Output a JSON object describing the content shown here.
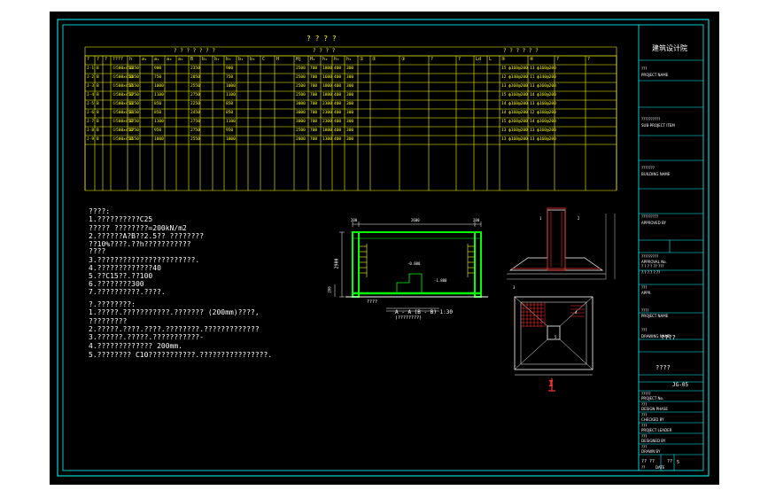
{
  "table": {
    "title": "? ? ? ?",
    "group_headers": [
      "? ? ? ? ? ? ?",
      "? ? ? ?",
      "? ? ? ? ? ?"
    ],
    "col_headers": [
      "?",
      "?",
      "?",
      "????",
      "h",
      "a₁",
      "a₂",
      "a₃",
      "a₄",
      "B",
      "b₁",
      "b₂",
      "b₃",
      "b₄",
      "b₅",
      "C",
      "H",
      "Hj",
      "H₁",
      "h₂",
      "h₃",
      "h₄",
      "①",
      "②",
      "③",
      "?",
      "?",
      "Ld",
      "L",
      "⑤",
      "⑥",
      "?",
      "?"
    ],
    "rows": [
      [
        "J-1",
        "B",
        "①500x450",
        "2350",
        "900",
        "2350",
        "900",
        "2500",
        "700",
        "1800",
        "400",
        "300",
        "15 ф160@200",
        "13 ф160@200"
      ],
      [
        "J-2",
        "B",
        "①500x450",
        "2050",
        "750",
        "2050",
        "750",
        "2500",
        "700",
        "1600",
        "400",
        "300",
        "12 ф140@200",
        "11 ф140@200"
      ],
      [
        "J-3",
        "B",
        "①500x450",
        "2550",
        "1000",
        "2550",
        "1000",
        "2500",
        "700",
        "1800",
        "400",
        "300",
        "13 ф160@200",
        "13 ф160@200"
      ],
      [
        "J-4",
        "B",
        "①500x450",
        "2750",
        "1100",
        "2750",
        "1100",
        "2500",
        "700",
        "1800",
        "400",
        "300",
        "15 ф160@200",
        "14 ф160@200"
      ],
      [
        "J-5",
        "B",
        "①500x450",
        "2250",
        "850",
        "2250",
        "850",
        "3000",
        "700",
        "2300",
        "400",
        "300",
        "14 ф160@200",
        "13 ф160@200"
      ],
      [
        "J-6",
        "B",
        "①500x450",
        "2150",
        "850",
        "2450",
        "850",
        "3000",
        "700",
        "2300",
        "400",
        "300",
        "14 ф160@200",
        "12 ф160@200"
      ],
      [
        "J-7",
        "B",
        "①500x450",
        "2750",
        "1100",
        "2750",
        "1100",
        "3000",
        "700",
        "2300",
        "400",
        "300",
        "15 ф160@200",
        "14 ф160@200"
      ],
      [
        "J-8",
        "B",
        "①500x450",
        "2750",
        "950",
        "2750",
        "950",
        "2500",
        "700",
        "1800",
        "400",
        "300",
        "13 ф160@200",
        "13 ф160@200"
      ],
      [
        "J-9",
        "B",
        "①500x450",
        "2550",
        "1000",
        "2550",
        "1000",
        "2000",
        "700",
        "1300",
        "400",
        "300",
        "13 ф160@200",
        "13 ф160@200"
      ]
    ]
  },
  "notes": {
    "lines": [
      "????:",
      "1.??????????C25",
      "  ????? ????????=200kN/m2",
      "2.??????A?B??2.5?? ????????",
      "  ??10%????.??h???????????",
      "  ????",
      "3.???????????????????????.",
      "4.?????????????40",
      "5.??C15??.??100",
      "6.????????300",
      "7.??????????.????.",
      "?.????????:",
      "1.?????.???????????.???????     (200mm)????,",
      "  ?????????",
      "2.?????.????.????.????????.?????????????",
      "3.??????.?????.???????????-",
      "4.?????????????       200mm.",
      "5.????????    C10???????????.????????????????."
    ]
  },
  "section": {
    "dims_top": [
      "200",
      "2600",
      "200"
    ],
    "dim_side": "2900",
    "dim_bottom": "200",
    "labels": [
      "-0.800",
      "-1.800"
    ],
    "caption": "A - A  (B - B)  1:30",
    "caption_sub": "(????????)",
    "under_label": "????"
  },
  "detail": {
    "labels": [
      "1",
      "2",
      "3",
      "4",
      "5"
    ],
    "plan_marker": "I"
  },
  "title_block": {
    "company": "建筑设计院",
    "rows": [
      "???",
      "PROJECT NAME",
      "??????????",
      "SUB-PROJECT ITEM",
      "???????",
      "BUILDING NAME",
      "?????????",
      "APPROVED BY",
      "?????????",
      "APPROVAL No.",
      "?    ? ?    ?  ??  ???",
      "?.? ?.?  ?.??",
      "???",
      "APPR.",
      "????",
      "PROJECT NAME",
      "???",
      "DRAWING NAME"
    ],
    "drawing_name": "????",
    "drawing_title": "????",
    "drawing_no": "JG-05",
    "sign_rows": [
      "?????",
      "PROJECT No.",
      "???",
      "DESIGN PHASE",
      "???",
      "CHECKED BY",
      "???",
      "PROJECT LEADER",
      "???",
      "DESIGNED BY",
      "???",
      "DRAWN BY"
    ],
    "sheet_row": [
      "??  ??",
      "??",
      "5"
    ],
    "sheet_row_sub": [
      "??",
      "DATE"
    ]
  },
  "colors": {
    "background": "#000000",
    "frame": "#00ffff",
    "table": "#ffff00",
    "wall": "#00ff00",
    "rebar_red": "#ff3333",
    "text": "#ffffff"
  }
}
